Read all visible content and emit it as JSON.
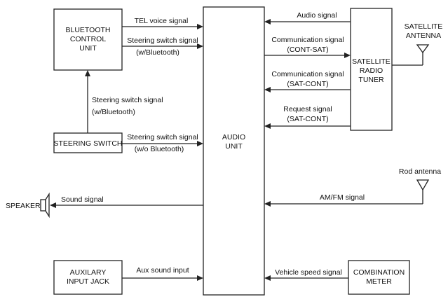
{
  "blocks": {
    "bluetooth_control_unit": [
      "BLUETOOTH",
      "CONTROL",
      "UNIT"
    ],
    "steering_switch": [
      "STEERING SWITCH"
    ],
    "auxiliary_input_jack": [
      "AUXILARY",
      "INPUT JACK"
    ],
    "audio_unit": [
      "AUDIO",
      "UNIT"
    ],
    "satellite_radio_tuner": [
      "SATELLITE",
      "RADIO",
      "TUNER"
    ],
    "combination_meter": [
      "COMBINATION",
      "METER"
    ],
    "speaker": [
      "SPEAKER"
    ],
    "satellite_antenna": [
      "SATELLITE",
      "ANTENNA"
    ],
    "rod_antenna": [
      "Rod antenna"
    ]
  },
  "signals": {
    "tel_voice": [
      "TEL voice signal"
    ],
    "steering_bt_to_audio": [
      "Steering switch signal",
      "(w/Bluetooth)"
    ],
    "steering_sw_to_bt": [
      "Steering switch signal",
      "(w/Bluetooth)"
    ],
    "steering_sw_to_audio": [
      "Steering switch signal",
      "(w/o Bluetooth)"
    ],
    "sound": [
      "Sound signal"
    ],
    "aux_sound": [
      "Aux sound input"
    ],
    "audio_from_tuner": [
      "Audio signal"
    ],
    "comm_cont_sat": [
      "Communication signal",
      "(CONT-SAT)"
    ],
    "comm_sat_cont": [
      "Communication signal",
      "(SAT-CONT)"
    ],
    "request": [
      "Request signal",
      "(SAT-CONT)"
    ],
    "am_fm": [
      "AM/FM signal"
    ],
    "vehicle_speed": [
      "Vehicle speed signal"
    ]
  },
  "colors": {
    "line": "#222222",
    "background": "#ffffff"
  }
}
